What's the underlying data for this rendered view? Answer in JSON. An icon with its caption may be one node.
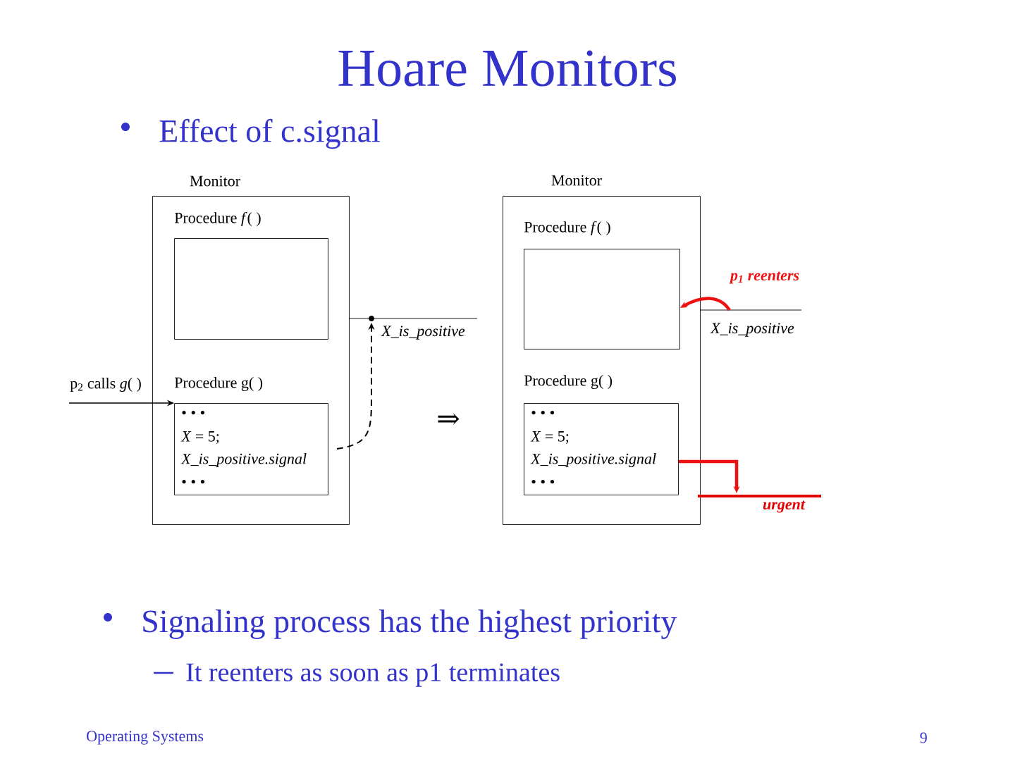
{
  "diagram": {
    "title": "Hoare Monitors",
    "nodes": [
      {
        "text": [
          "Monitor"
        ]
      },
      {
        "text": [
          "Procedure *f*( )"
        ],
        "in": 0
      },
      {
        "text": [
          "Procedure g( )",
          "• • •",
          "*X* = 5;",
          "X_is_positive.signal",
          "• • •"
        ],
        "in": 0
      },
      {
        "text": [
          "p$_{2}$ calls *g*( )"
        ]
      },
      {
        "text": [
          "X_is_positive"
        ]
      },
      {
        "text": [
          "Monitor"
        ]
      },
      {
        "text": [
          "Procedure *f*( )"
        ],
        "in": 5
      },
      {
        "text": [
          "Procedure g( )",
          "• • •",
          "*X* = 5;",
          "X_is_positive.signal",
          "• • •"
        ],
        "in": 5
      },
      {
        "text": [
          "X_is_positive"
        ]
      },
      {
        "text": [
          "urgent"
        ]
      }
    ],
    "edges": [
      {
        "from": 3,
        "to": 2,
        "arrow": "to"
      },
      {
        "from": 2,
        "to": 4,
        "arrow": "to",
        "style": "dashed"
      },
      {
        "from": 8,
        "to": 6,
        "arrow": "to",
        "style": "thick",
        "color": "#ee1111",
        "label": "p$_{1}$ reenters"
      },
      {
        "from": 7,
        "to": 9,
        "arrow": "to",
        "style": "thick",
        "color": "#ee1111"
      }
    ],
    "labels": [
      "Effect of c.signal",
      "⇒",
      "Signaling process has the highest priority",
      "It reenters as soon as p1 terminates",
      "Operating Systems",
      "9"
    ]
  }
}
